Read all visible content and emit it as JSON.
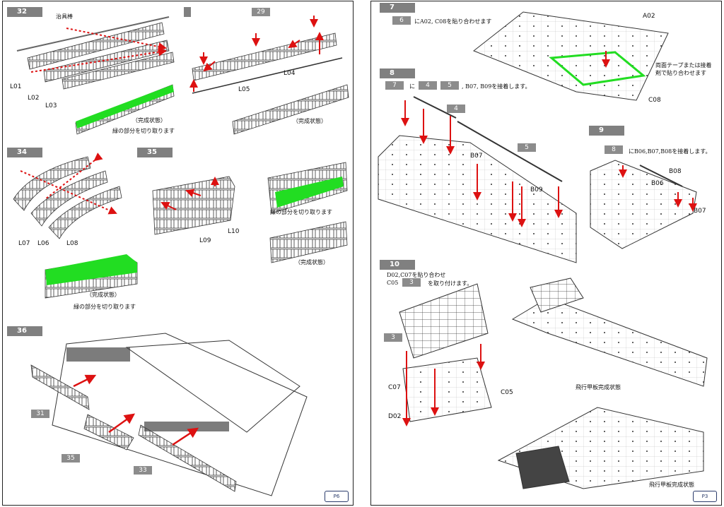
{
  "left_page": {
    "page_number": "P6",
    "steps": {
      "s32": "32",
      "s34": "34",
      "s35": "35",
      "s36": "36"
    },
    "labels": {
      "jig_bar": "治具棒",
      "l01": "L01",
      "l02": "L02",
      "l03": "L03",
      "l04": "L04",
      "l05": "L05",
      "l06": "L06",
      "l07": "L07",
      "l08": "L08",
      "l09": "L09",
      "l10": "L10"
    },
    "tags": {
      "t29": "29",
      "t31": "31",
      "t35": "35",
      "t33": "33"
    },
    "notes": {
      "complete_32a": "（完成状態）",
      "cut_32": "緑の部分を切り取ります",
      "complete_32b": "（完成状態）",
      "cut_35": "緑の部分を切り取ります",
      "complete_35": "（完成状態）",
      "complete_34": "（完成状態）",
      "cut_34": "緑の部分を切り取ります"
    }
  },
  "right_page": {
    "page_number": "P3",
    "steps": {
      "s7": "7",
      "s8": "8",
      "s9": "9",
      "s10": "10"
    },
    "step7": {
      "tag": "6",
      "text": "にA02, C08を貼り合わせます",
      "a02": "A02",
      "c08": "C08",
      "note1": "両面テープまたは接着",
      "note2": "剤で貼り合わせます"
    },
    "step8": {
      "tag7": "7",
      "ni": "に",
      "tag4": "4",
      "tag5": "5",
      "text": ", B07, B09を接着します。",
      "part4": "4",
      "part5": "5",
      "b07": "B07",
      "b09": "B09"
    },
    "step9": {
      "tag": "8",
      "text": "にB06,B07,B08を接着します。",
      "b08": "B08",
      "b06": "B06",
      "b07": "B07"
    },
    "step10": {
      "line1": "D02,C07を貼り合わせ",
      "c05": "C05",
      "tag3": "3",
      "line2": "を取り付けます。",
      "part3": "3",
      "c07": "C07",
      "d02": "D02",
      "c05b": "C05",
      "complete1": "飛行甲板完成状態",
      "complete2": "飛行甲板完成状態"
    }
  },
  "colors": {
    "highlight_green": "#22dd22",
    "arrow_red": "#dd1111",
    "tag_gray": "#808080"
  }
}
